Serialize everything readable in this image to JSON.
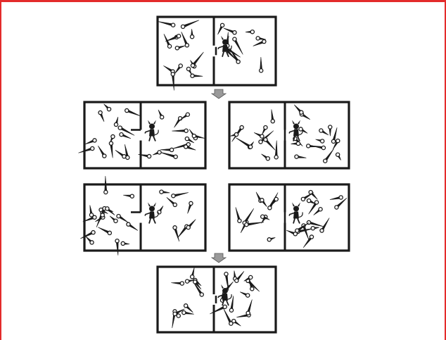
{
  "figure": {
    "frame_color": "#e32b2b",
    "ink_color": "#1a1a1a",
    "arrow_fill": "#9a9a9a",
    "panels": [
      {
        "id": "top",
        "door": "closed-gap",
        "demon_side": "right"
      },
      {
        "id": "mid-left",
        "door": "open",
        "demon_side": "right"
      },
      {
        "id": "mid-right",
        "door": "closed",
        "demon_side": "right"
      },
      {
        "id": "low-left",
        "door": "open",
        "demon_side": "right"
      },
      {
        "id": "low-right",
        "door": "closed",
        "demon_side": "right"
      },
      {
        "id": "bottom",
        "door": "closed-gap",
        "demon_side": "right"
      }
    ],
    "icons": [
      "molecule-icon",
      "demon-icon",
      "arrow-down-icon"
    ]
  }
}
